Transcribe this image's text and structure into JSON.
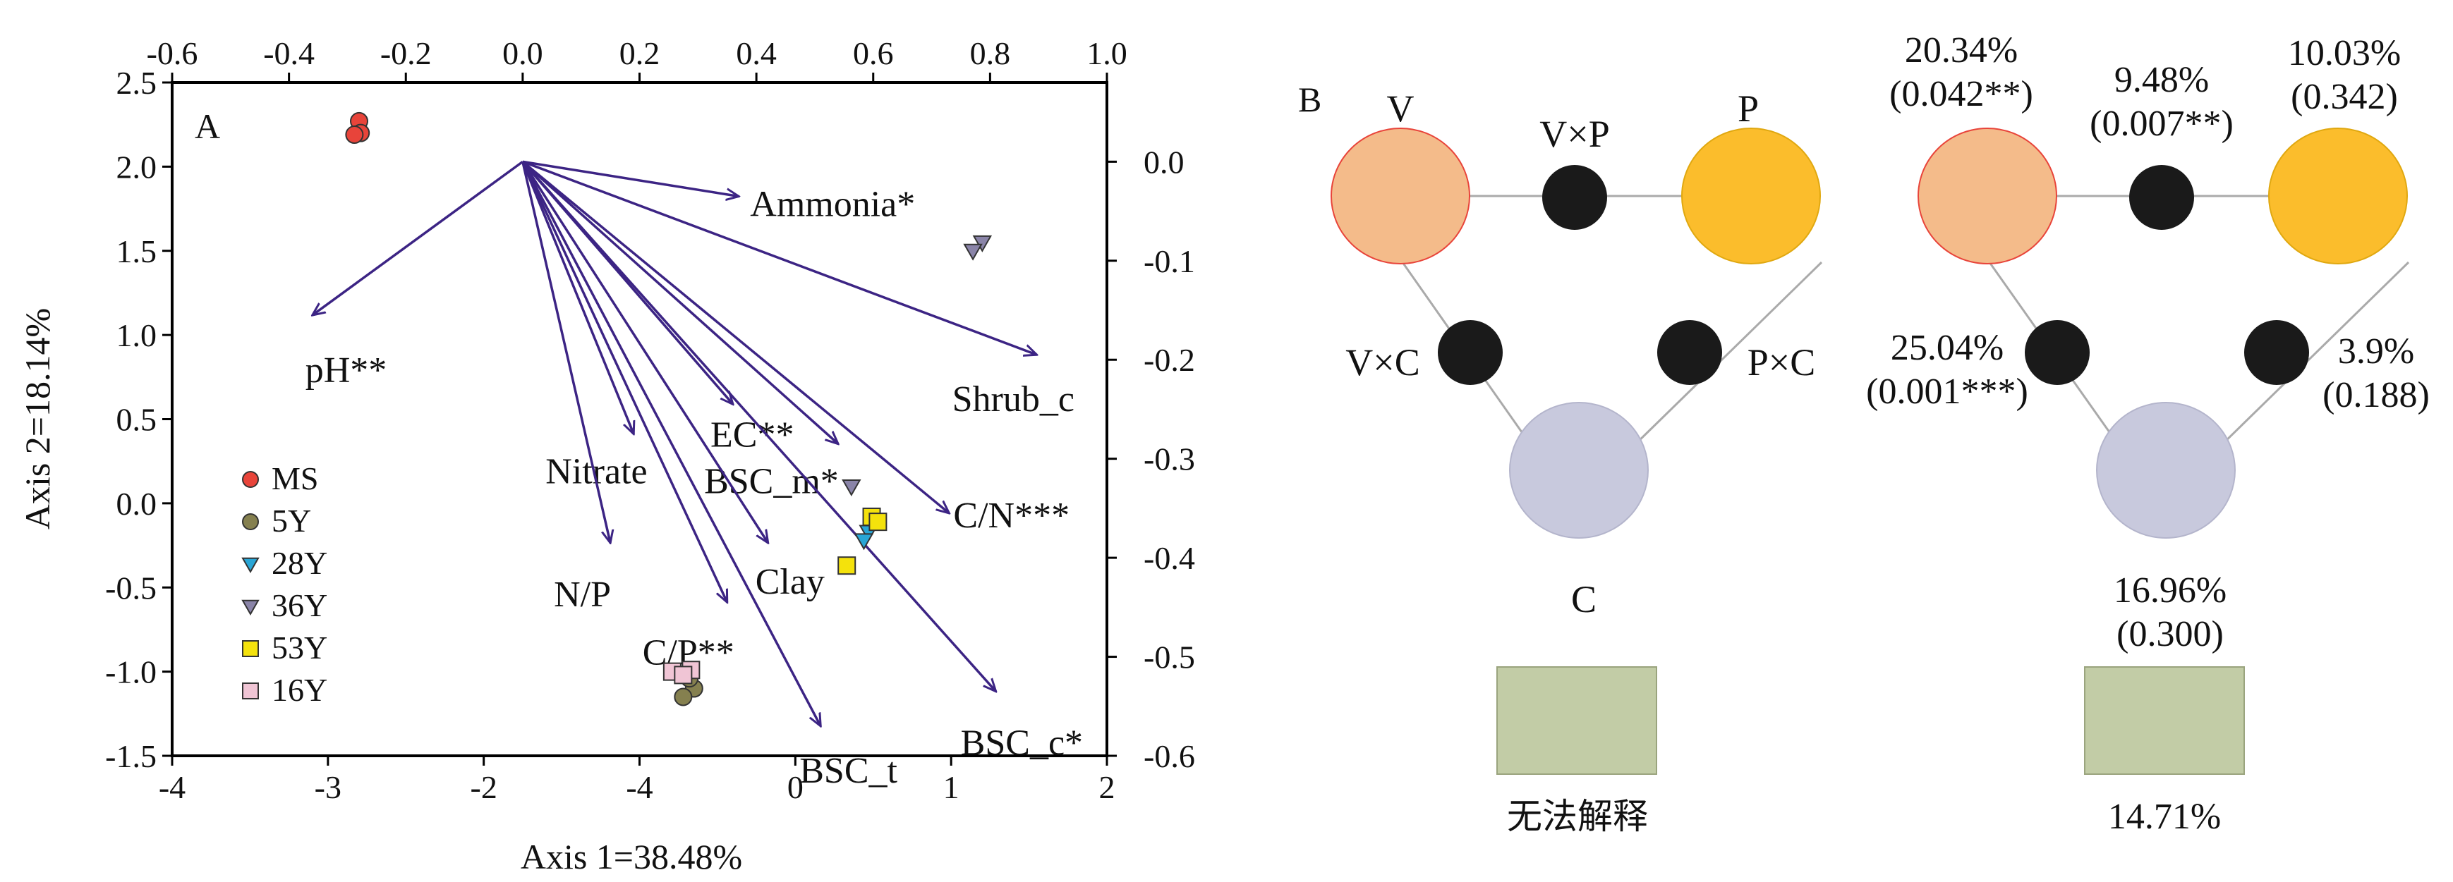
{
  "chart_data": [
    {
      "type": "scatter",
      "panel_label": "A",
      "xlabel": "Axis 1=38.48%",
      "ylabel": "Axis 2=18.14%",
      "xlim": [
        -4,
        2
      ],
      "ylim": [
        -1.5,
        2.5
      ],
      "xticks": [
        "-4",
        "-3",
        "-2",
        "-4",
        "0",
        "1",
        "2"
      ],
      "yticks": [
        "2.5",
        "2.0",
        "1.5",
        "1.0",
        "0.5",
        "0.0",
        "-0.5",
        "-1.0",
        "-1.5"
      ],
      "top_xlim": [
        -0.6,
        1.0
      ],
      "top_xticks": [
        "-0.6",
        "-0.4",
        "-0.2",
        "0.0",
        "0.2",
        "0.4",
        "0.6",
        "0.8",
        "1.0"
      ],
      "right_ylim": [
        -0.6,
        0.08
      ],
      "right_yticks": [
        "0.0",
        "-0.1",
        "-0.2",
        "-0.3",
        "-0.4",
        "-0.5",
        "-0.6"
      ],
      "arrow_origin": [
        0.0,
        0.0
      ],
      "arrows": [
        {
          "label": "Ammonia*",
          "x": 0.37,
          "y": -0.035
        },
        {
          "label": "pH**",
          "x": -0.36,
          "y": -0.155
        },
        {
          "label": "Shrub_c",
          "x": 0.88,
          "y": -0.195
        },
        {
          "label": "Nitrate",
          "x": 0.19,
          "y": -0.275
        },
        {
          "label": "N/P",
          "x": 0.15,
          "y": -0.385
        },
        {
          "label": "EC**",
          "x": 0.36,
          "y": -0.245
        },
        {
          "label": "BSC_m*",
          "x": 0.54,
          "y": -0.285
        },
        {
          "label": "C/N***",
          "x": 0.73,
          "y": -0.355
        },
        {
          "label": "Clay",
          "x": 0.42,
          "y": -0.385
        },
        {
          "label": "C/P**",
          "x": 0.35,
          "y": -0.445
        },
        {
          "label": "BSC_t",
          "x": 0.51,
          "y": -0.57
        },
        {
          "label": "BSC_c*",
          "x": 0.81,
          "y": -0.535
        }
      ],
      "series": [
        {
          "name": "MS",
          "marker": "circle",
          "color": "#e8443a",
          "points": [
            [
              -2.8,
              2.27
            ],
            [
              -2.79,
              2.2
            ],
            [
              -2.83,
              2.19
            ]
          ]
        },
        {
          "name": "5Y",
          "marker": "circle",
          "color": "#85804f",
          "points": [
            [
              -0.65,
              -1.1
            ],
            [
              -0.72,
              -1.15
            ],
            [
              -0.68,
              -1.04
            ]
          ]
        },
        {
          "name": "28Y",
          "marker": "triangle-down",
          "color": "#29a6d6",
          "points": [
            [
              0.47,
              -0.17
            ],
            [
              0.44,
              -0.22
            ]
          ]
        },
        {
          "name": "36Y",
          "marker": "triangle-down",
          "color": "#8a84a8",
          "points": [
            [
              1.2,
              1.55
            ],
            [
              1.14,
              1.5
            ],
            [
              0.36,
              0.1
            ]
          ]
        },
        {
          "name": "53Y",
          "marker": "square",
          "color": "#f4e20c",
          "points": [
            [
              0.49,
              -0.08
            ],
            [
              0.53,
              -0.11
            ],
            [
              0.33,
              -0.37
            ]
          ]
        },
        {
          "name": "16Y",
          "marker": "square",
          "color": "#f0c5d5",
          "points": [
            [
              -0.79,
              -1.0
            ],
            [
              -0.67,
              -0.99
            ],
            [
              -0.72,
              -1.02
            ]
          ]
        }
      ],
      "legend_position": "lower-left"
    },
    {
      "type": "diagram",
      "panel_label": "B",
      "left": {
        "nodes": {
          "V": "V",
          "P": "P",
          "C": "C",
          "VxP": "V×P",
          "VxC": "V×C",
          "PxC": "P×C"
        },
        "unexplained": "无法解释"
      },
      "right": {
        "V": [
          "20.34%",
          "(0.042**)"
        ],
        "VxP": [
          "9.48%",
          "(0.007**)"
        ],
        "P": [
          "10.03%",
          "(0.342)"
        ],
        "VxC": [
          "25.04%",
          "(0.001***)"
        ],
        "PxC": [
          "3.9%",
          "(0.188)"
        ],
        "C": [
          "16.96%",
          "(0.300)"
        ],
        "unexplained": "14.71%"
      },
      "colors": {
        "V": "#f4bb8a",
        "P": "#fbbd2c",
        "C": "#c8c9dd",
        "interaction": "#1a1a1a",
        "unexplained": "#c2cca6",
        "arrow": "#3c2484"
      }
    }
  ]
}
